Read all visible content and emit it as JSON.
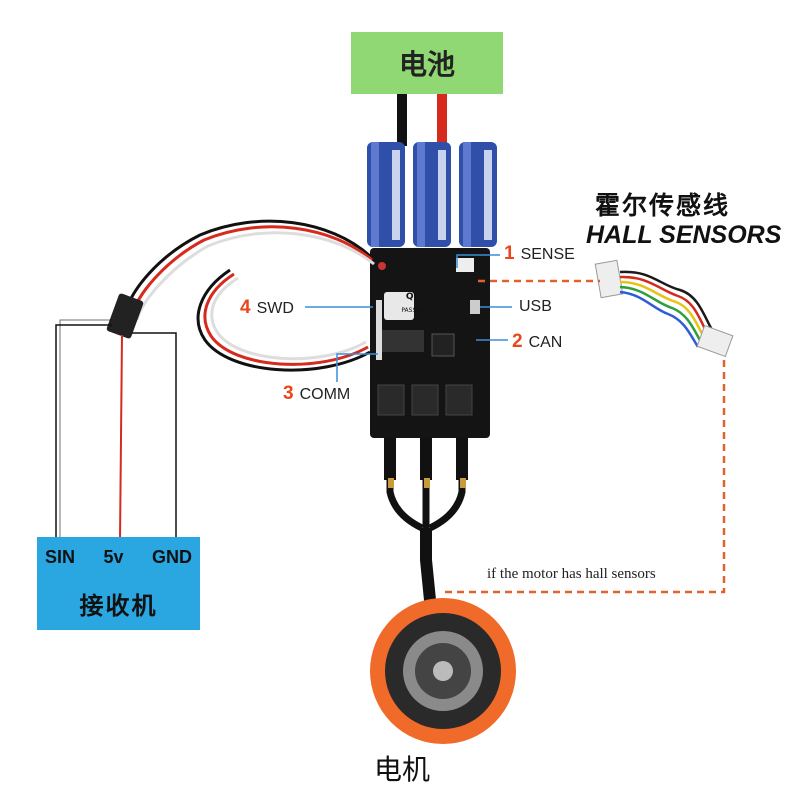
{
  "battery": {
    "label": "电池"
  },
  "hall": {
    "title_cn": "霍尔传感线",
    "title_en": "HALL SENSORS",
    "note": "if the motor has hall sensors"
  },
  "ports": [
    {
      "num": "1",
      "name": "SENSE"
    },
    {
      "num": "USB",
      "name": "USB"
    },
    {
      "num": "2",
      "name": "CAN"
    },
    {
      "num": "3",
      "name": "COMM"
    },
    {
      "num": "4",
      "name": "SWD"
    }
  ],
  "receiver": {
    "pins": [
      "SIN",
      "5v",
      "GND"
    ],
    "label": "接收机"
  },
  "motor": {
    "label": "电机"
  },
  "board": {
    "qc_line1": "QC",
    "qc_line2": "PASSED"
  },
  "colors": {
    "battery": "#8fd873",
    "receiver": "#2aa6e0",
    "accent": "#e8471c",
    "callout": "#3a8fd8",
    "dashed": "#e0622a",
    "motor_ring": "#f06a2a"
  }
}
